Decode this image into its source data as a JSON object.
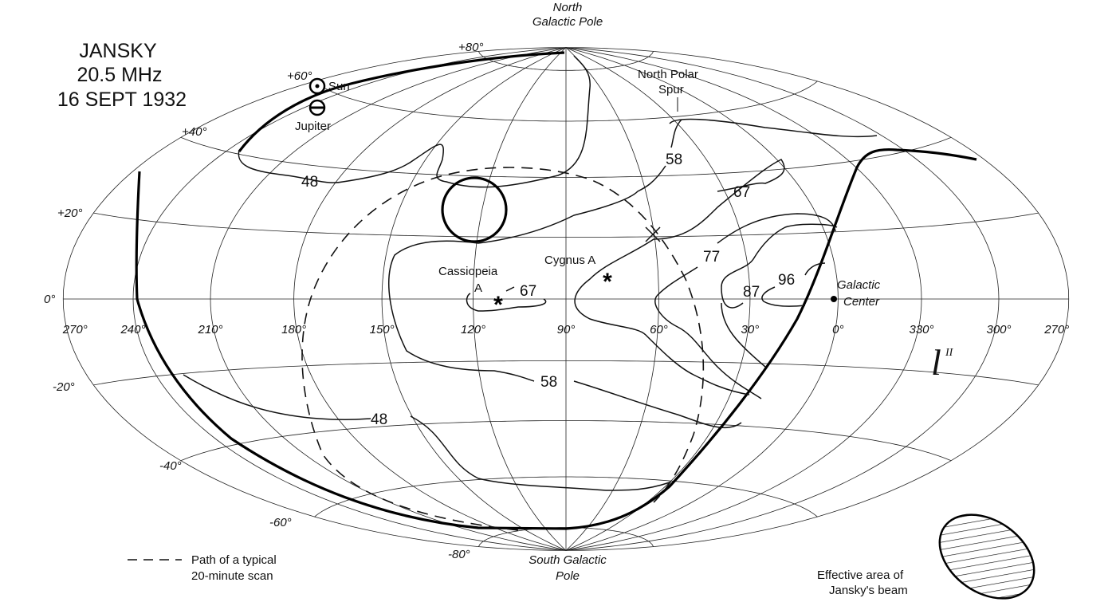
{
  "title": [
    "JANSKY",
    "20.5 MHz",
    "16 SEPT 1932"
  ],
  "poles": {
    "north": [
      "North",
      "Galactic Pole"
    ],
    "south": [
      "South Galactic",
      "Pole"
    ]
  },
  "latitude_labels": [
    "+80°",
    "+60°",
    "+40°",
    "+20°",
    "0°",
    "-20°",
    "-40°",
    "-60°",
    "-80°"
  ],
  "longitude_labels": [
    "270°",
    "240°",
    "210°",
    "180°",
    "150°",
    "120°",
    "90°",
    "60°",
    "30°",
    "0°",
    "330°",
    "300°",
    "270°"
  ],
  "axis_symbol": "l",
  "axis_superscript": "II",
  "objects": {
    "sun": "Sun",
    "jupiter": "Jupiter",
    "north_polar_spur": [
      "North Polar",
      "Spur"
    ],
    "cassiopeia": [
      "Cassiopeia",
      "A"
    ],
    "cygnus": "Cygnus A",
    "galactic_center": [
      "Galactic",
      "Center"
    ]
  },
  "contour_labels": [
    "48",
    "58",
    "67",
    "77",
    "87",
    "96",
    "67",
    "58",
    "48"
  ],
  "legend": {
    "scan": [
      "Path of a typical",
      "20-minute scan"
    ],
    "beam": [
      "Effective area of",
      "Jansky's beam"
    ]
  }
}
